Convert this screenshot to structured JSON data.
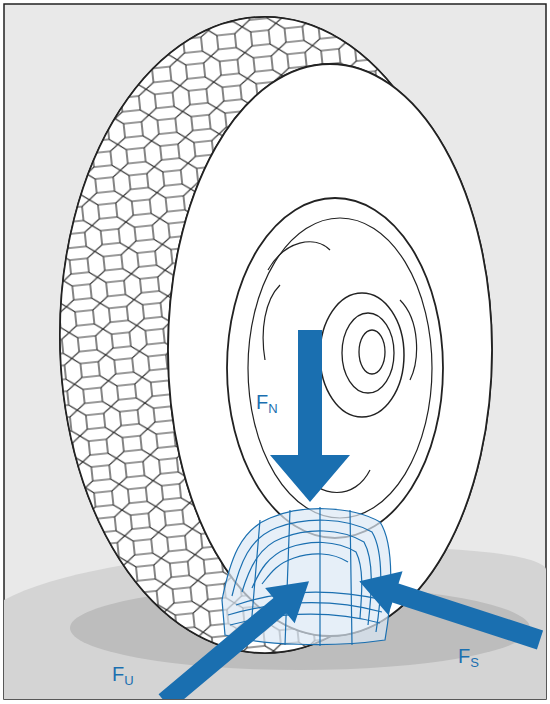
{
  "diagram": {
    "labels": [
      "FN",
      "FU",
      "FS"
    ]
  }
}
